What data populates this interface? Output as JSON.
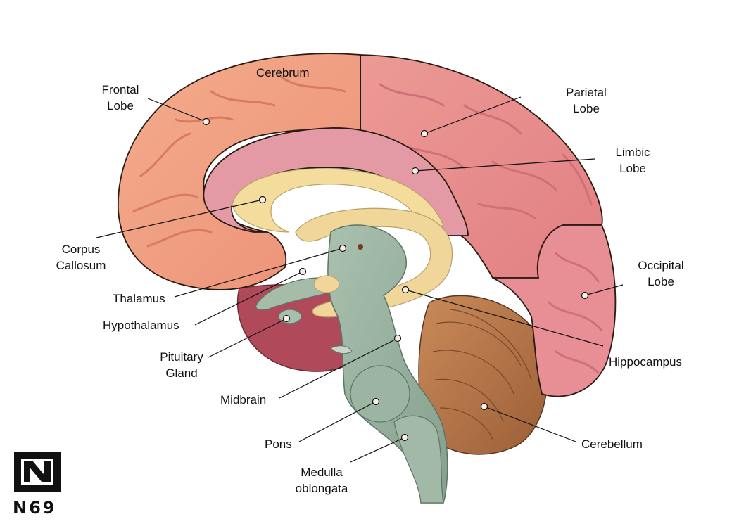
{
  "labels": {
    "cerebrum": "Cerebrum",
    "frontal_lobe": "Frontal\nLobe",
    "parietal_lobe": "Parietal\nLobe",
    "limbic_lobe": "Limbic\nLobe",
    "occipital_lobe": "Occipital\nLobe",
    "corpus_callosum": "Corpus\nCallosum",
    "thalamus": "Thalamus",
    "hypothalamus": "Hypothalamus",
    "pituitary_gland": "Pituitary\nGland",
    "hippocampus": "Hippocampus",
    "midbrain": "Midbrain",
    "pons": "Pons",
    "cerebellum": "Cerebellum",
    "medulla_oblongata": "Medulla\noblongata"
  },
  "logo": {
    "text": "N69"
  },
  "colors": {
    "frontal": "#f0a283",
    "parietal": "#e88d8c",
    "limbic": "#e59aa2",
    "corpus_callosum": "#f4dc9c",
    "brainstem": "#9cb5a3",
    "cerebellum": "#c07f4e",
    "inner_cortex": "#b34d5c"
  }
}
